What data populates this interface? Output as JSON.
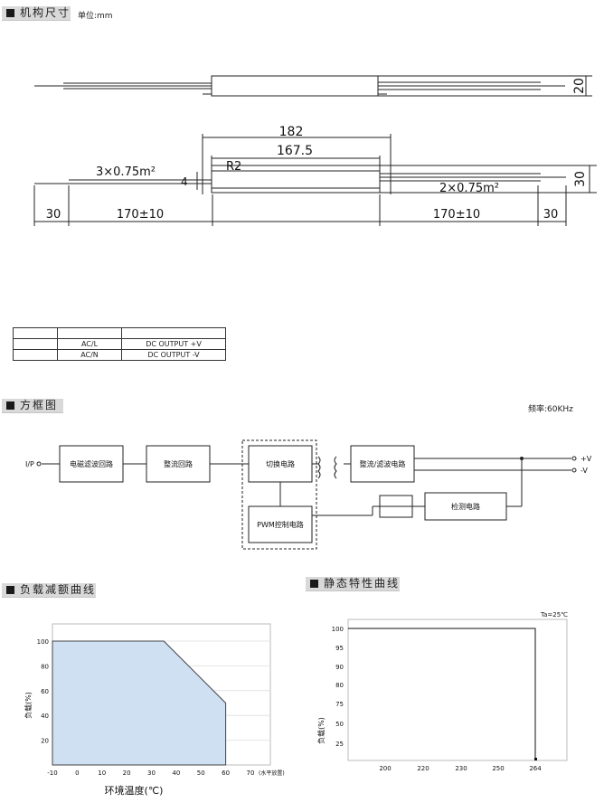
{
  "sections": {
    "mech": {
      "title": "机构尺寸",
      "unit": "单位:mm"
    },
    "block": {
      "title": "方框图",
      "freq": "频率:60KHz"
    },
    "derating": {
      "title": "负载减额曲线"
    },
    "static": {
      "title": "静态特性曲线"
    }
  },
  "dimensions": {
    "height_top": "20",
    "overall": "182",
    "body": "167.5",
    "radius": "R2",
    "mount": "4",
    "input_wire": "3×0.75m²",
    "output_wire": "2×0.75m²",
    "height_side": "30",
    "strip_left": "30",
    "lead_left": "170±10",
    "lead_right": "170±10",
    "strip_right": "30"
  },
  "pin_table": {
    "rows": [
      [
        "",
        "",
        ""
      ],
      [
        "",
        "AC/L",
        "DC OUTPUT +V"
      ],
      [
        "",
        "AC/N",
        "DC OUTPUT -V"
      ]
    ]
  },
  "block_diagram": {
    "input": "I/P",
    "emi": "电磁滤波回路",
    "rectifier": "整流回路",
    "switch": "切换电路",
    "pwm": "PWM控制电路",
    "out_rect": "整流/滤波电路",
    "detect": "检测电路",
    "out_pos": "+V",
    "out_neg": "-V"
  },
  "chart_data": [
    {
      "type": "area",
      "x": [
        -10,
        35,
        60,
        60
      ],
      "y": [
        100,
        100,
        50,
        0
      ],
      "xticks": [
        "-10",
        "0",
        "10",
        "20",
        "30",
        "40",
        "50",
        "60",
        "70"
      ],
      "xtick_suffix": "(水平放置)",
      "yticks": [
        "20",
        "40",
        "60",
        "80",
        "100"
      ],
      "xlabel": "环境温度(℃)",
      "ylabel": "负载(%)",
      "xlim": [
        -10,
        70
      ],
      "ylim": [
        0,
        100
      ],
      "fill_color": "#cfe0f3"
    },
    {
      "type": "line",
      "x": [
        180,
        264,
        264
      ],
      "y": [
        100,
        100,
        0
      ],
      "xticks": [
        "200",
        "220",
        "230",
        "250",
        "264"
      ],
      "yticks": [
        "25",
        "50",
        "75",
        "80",
        "90",
        "95",
        "100"
      ],
      "ylabel": "负载(%)",
      "annotation": "Ta=25℃"
    }
  ]
}
